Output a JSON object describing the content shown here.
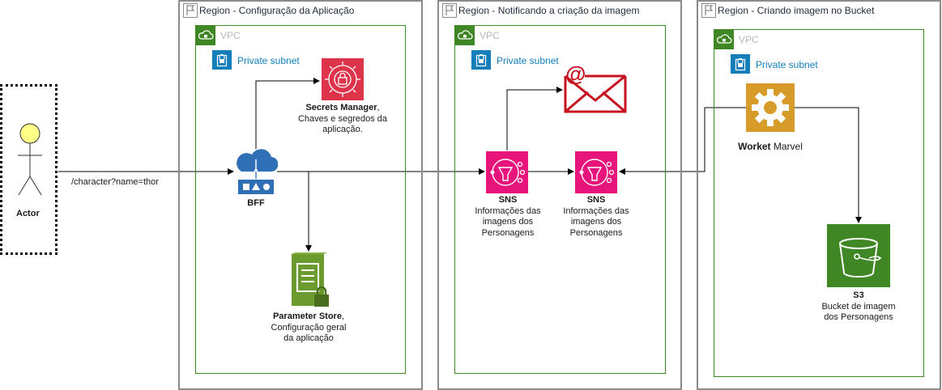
{
  "actor": {
    "label": "Actor"
  },
  "request": {
    "path": "/character?name=thor"
  },
  "regions": [
    {
      "title": "Region - Configuração da Aplicação"
    },
    {
      "title": "Region - Notificando a criação da imagem"
    },
    {
      "title": "Region - Criando imagem no Bucket"
    }
  ],
  "vpc": {
    "label": "VPC"
  },
  "subnet": {
    "label": "Private subnet"
  },
  "services": {
    "secrets": {
      "name": "Secrets Manager",
      "suffix": ",",
      "desc1": "Chaves e segredos da",
      "desc2": "aplicação."
    },
    "bff": {
      "name": "BFF"
    },
    "params": {
      "name": "Parameter Store",
      "suffix": ",",
      "desc1": "Configuração geral",
      "desc2": "da aplicação"
    },
    "sns1": {
      "name": "SNS",
      "desc1": "Informações das",
      "desc2": "imagens dos",
      "desc3": "Personagens"
    },
    "sns2": {
      "name": "SNS",
      "desc1": "Informações das",
      "desc2": "imagens dos",
      "desc3": "Personagens"
    },
    "worker": {
      "name": "Worket",
      "suffix": " Marvel"
    },
    "s3": {
      "name": "S3",
      "desc1": "Bucket de imagem",
      "desc2": "dos Personagens"
    }
  },
  "colors": {
    "region_border": "#8c8c8c",
    "vpc_green": "#3f8624",
    "subnet_blue": "#147eba",
    "secrets_red": "#dd344c",
    "sns_pink": "#e7157b",
    "email_red": "#c7131f",
    "worker_orange": "#d79b29",
    "s3_green": "#3f8624",
    "bff_blue": "#2f6fb5",
    "actor_yellow": "#ffff88"
  }
}
